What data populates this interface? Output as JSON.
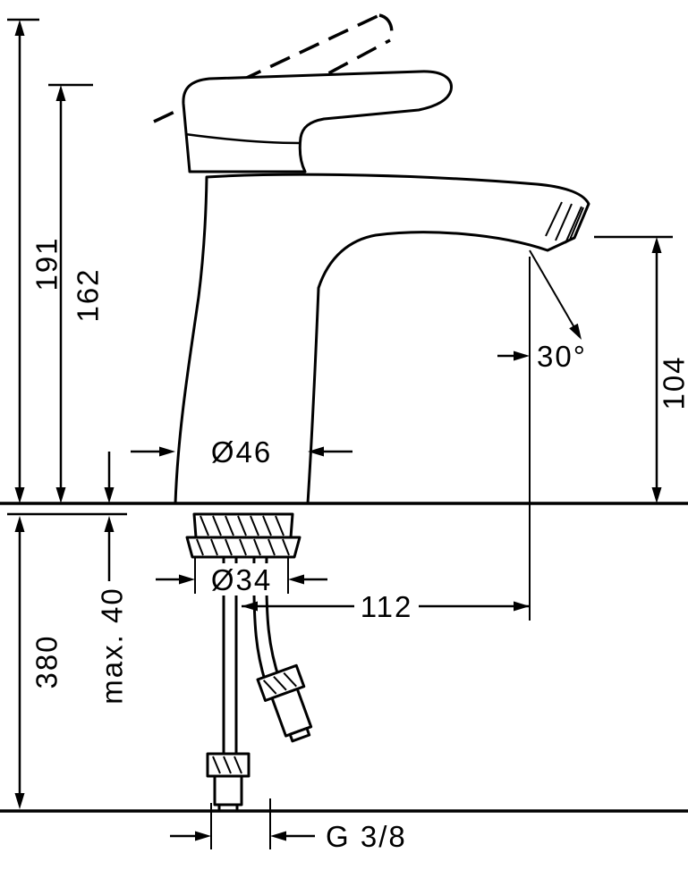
{
  "page": {
    "background": "#ffffff",
    "ink": "#000000"
  },
  "drawing": {
    "name": "faucet-technical-dimension-drawing",
    "type": "single-lever basin mixer, side elevation with installation dimensions",
    "labels": {
      "overall_height": "191",
      "lever_height": "162",
      "spout_height": "104",
      "spout_angle": "30°",
      "base_diameter": "Ø46",
      "shank_diameter": "Ø34",
      "spout_reach": "112",
      "hose_length": "380",
      "max_mounting_thickness": "max. 40",
      "connection_thread": "G 3/8"
    }
  }
}
